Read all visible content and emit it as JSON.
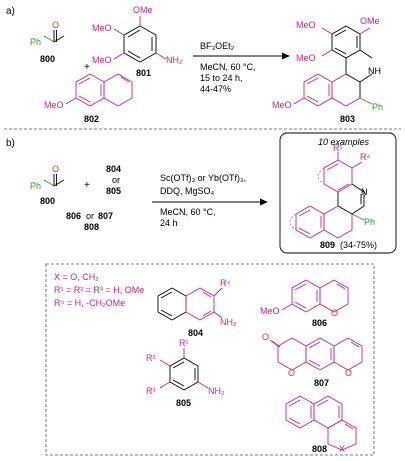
{
  "part_a": {
    "label": "a)",
    "benzaldehyde": {
      "ph": "Ph",
      "o": "O",
      "num": "800"
    },
    "plus": "+",
    "amine_801": {
      "ome1": "OMe",
      "meo2": "MeO",
      "meo3": "MeO",
      "nh2": "NH₂",
      "num": "801"
    },
    "dihydronaphthalene_802": {
      "meo": "MeO",
      "num": "802"
    },
    "conditions": {
      "reagent": "BF₃OEt₂",
      "line1": "MeCN, 60 °C,",
      "line2": "15 to 24 h,",
      "line3": "44-47%"
    },
    "product_803": {
      "ome1": "OMe",
      "meo2": "MeO",
      "meo3": "MeO",
      "nh": "NH",
      "ph": "Ph",
      "meo4": "MeO",
      "num": "803"
    }
  },
  "part_b": {
    "label": "b)",
    "benzaldehyde": {
      "ph": "Ph",
      "o": "O",
      "num": "800"
    },
    "plus": "+",
    "partners": {
      "a": "804",
      "or1": "or",
      "b": "805"
    },
    "partners2": {
      "a": "806",
      "or": "or",
      "b": "807",
      "c": "808"
    },
    "conditions": {
      "line1": "Sc(OTf)₃ or Yb(OTf)₃,",
      "line2": "DDQ, MgSO₄",
      "line3": "MeCN, 60 °C,",
      "line4": "24 h"
    },
    "product_809": {
      "caption": "10 examples",
      "r1": "R¹",
      "r4": "R⁴",
      "n": "N",
      "ph": "Ph",
      "num": "809",
      "yield": "(34-75%)"
    }
  },
  "legend": {
    "x_def": "X = O, CH₂",
    "r_def": "R¹ = R² = R³ = H, OMe",
    "r4_def": "R⁴ = H, -CH₂OMe",
    "c804": {
      "r4": "R⁴",
      "nh2": "NH₂",
      "num": "804"
    },
    "c805": {
      "r1": "R¹",
      "r2": "R²",
      "r3": "R³",
      "nh2": "NH₂",
      "num": "805"
    },
    "c806": {
      "meo": "MeO",
      "o": "O",
      "num": "806"
    },
    "c807": {
      "o1": "O",
      "o2": "O",
      "o3": "O",
      "num": "807"
    },
    "c808": {
      "x": "X",
      "num": "808"
    }
  },
  "colors": {
    "magenta": "#cc1f8a",
    "green": "#2a9a2a",
    "red": "#e0302a",
    "black": "#000000"
  }
}
